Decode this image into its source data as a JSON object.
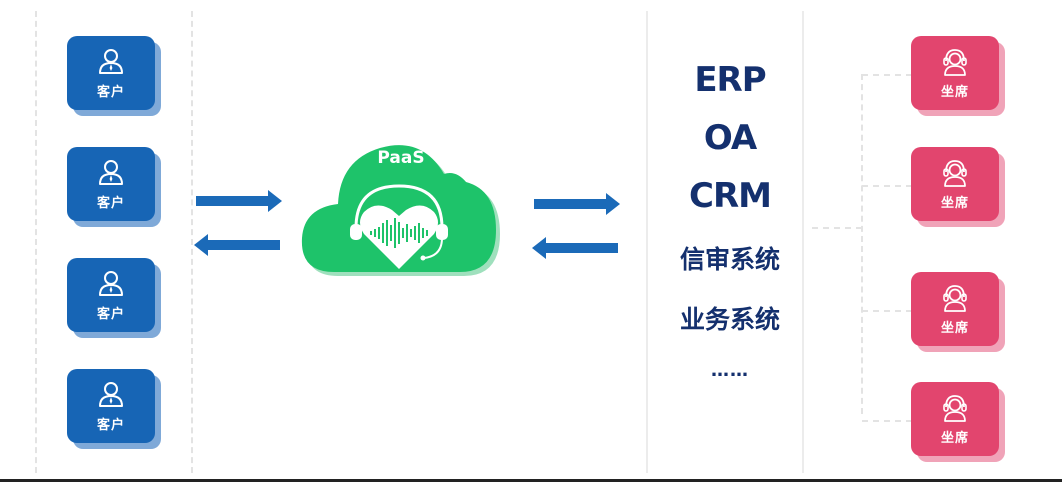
{
  "diagram": {
    "customers": {
      "label": "客户",
      "icon": "user-tie-icon",
      "count": 4,
      "items": [
        {
          "label": "客户"
        },
        {
          "label": "客户"
        },
        {
          "label": "客户"
        },
        {
          "label": "客户"
        }
      ]
    },
    "platform": {
      "label": "PaaS",
      "icon": "heart-headset-waveform-icon"
    },
    "systems": {
      "items": [
        {
          "label": "ERP"
        },
        {
          "label": "OA"
        },
        {
          "label": "CRM"
        },
        {
          "label": "信审系统"
        },
        {
          "label": "业务系统"
        },
        {
          "label": "……"
        }
      ]
    },
    "agents": {
      "label": "坐席",
      "icon": "headset-agent-icon",
      "items": [
        {
          "label": "坐席"
        },
        {
          "label": "坐席"
        },
        {
          "label": "坐席"
        },
        {
          "label": "坐席"
        }
      ]
    },
    "colors": {
      "customer": "#1765b5",
      "agent": "#e2456e",
      "cloud": "#1ec36a",
      "arrow": "#1b6ab8",
      "system_text": "#14306e"
    }
  }
}
